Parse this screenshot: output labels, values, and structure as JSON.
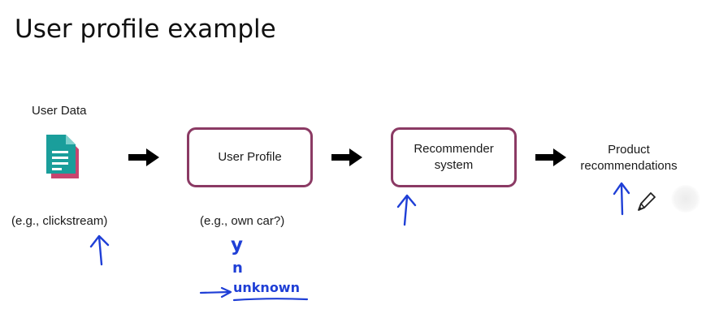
{
  "title": "User profile example",
  "user_data": {
    "label": "User Data",
    "example": "(e.g., clickstream)"
  },
  "user_profile": {
    "label": "User Profile",
    "example": "(e.g., own car?)"
  },
  "recommender": {
    "label": "Recommender\nsystem"
  },
  "output": {
    "label": "Product\nrecommendations"
  },
  "annotations": {
    "options": [
      "y",
      "n",
      "unknown"
    ]
  },
  "colors": {
    "box_border": "#8b3a64",
    "arrow": "#000000",
    "ink": "#1f3fd6",
    "doc_front": "#1a9e9b",
    "doc_back": "#c8456f"
  },
  "icons": {
    "document": "document-icon",
    "arrow": "right-arrow-icon",
    "pen": "pencil-icon"
  }
}
